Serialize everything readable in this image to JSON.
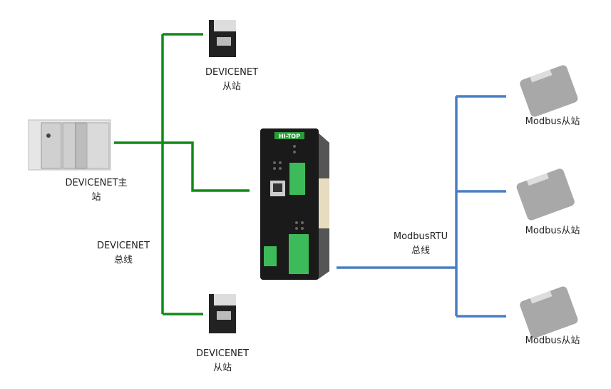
{
  "colors": {
    "devicenet_bus": "#118a1a",
    "modbus_bus": "#4a7fc4",
    "gateway_body": "#1a1a1a",
    "terminal": "#3dbb5a"
  },
  "gateway": {
    "brand": "HI-TOP"
  },
  "labels": {
    "master": "DEVICENET主\n站",
    "devicenet_bus": "DEVICENET\n总线",
    "slave_top": "DEVICENET\n从站",
    "slave_bottom": "DEVICENET\n从站",
    "modbus_bus": "ModbusRTU\n总线",
    "modbus_slave_1": "Modbus从站",
    "modbus_slave_2": "Modbus从站",
    "modbus_slave_3": "Modbus从站"
  }
}
